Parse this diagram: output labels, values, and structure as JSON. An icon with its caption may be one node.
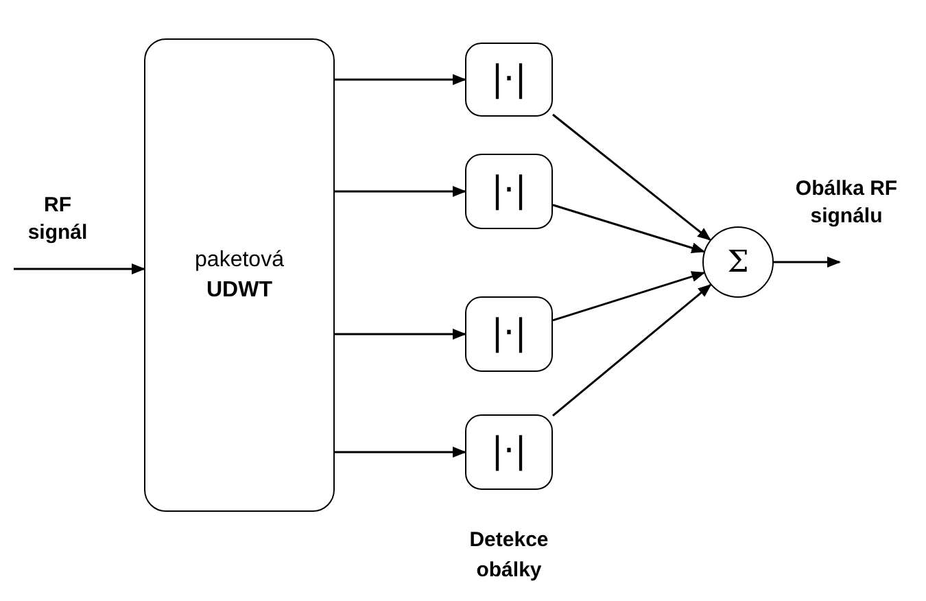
{
  "diagram": {
    "nodes": [
      {
        "text": [
          "paketová",
          "UDWT"
        ]
      },
      {
        "text": [
          "|·|"
        ]
      },
      {
        "text": [
          "|·|"
        ]
      },
      {
        "text": [
          "|·|"
        ]
      },
      {
        "text": [
          "|·|"
        ]
      },
      {
        "text": [
          "Σ"
        ]
      }
    ],
    "edges": [
      {
        "from": null,
        "to": 0,
        "arrow": "to",
        "label": "RF signál"
      },
      {
        "from": 0,
        "to": 1,
        "arrow": "to"
      },
      {
        "from": 0,
        "to": 2,
        "arrow": "to"
      },
      {
        "from": 0,
        "to": 3,
        "arrow": "to"
      },
      {
        "from": 0,
        "to": 4,
        "arrow": "to"
      },
      {
        "from": 1,
        "to": 5,
        "arrow": "to"
      },
      {
        "from": 2,
        "to": 5,
        "arrow": "to"
      },
      {
        "from": 3,
        "to": 5,
        "arrow": "to"
      },
      {
        "from": 4,
        "to": 5,
        "arrow": "to"
      },
      {
        "from": 5,
        "to": null,
        "arrow": "to",
        "label": "Obálka RF signálu"
      }
    ],
    "labels": [
      "Detekce obálky"
    ]
  }
}
